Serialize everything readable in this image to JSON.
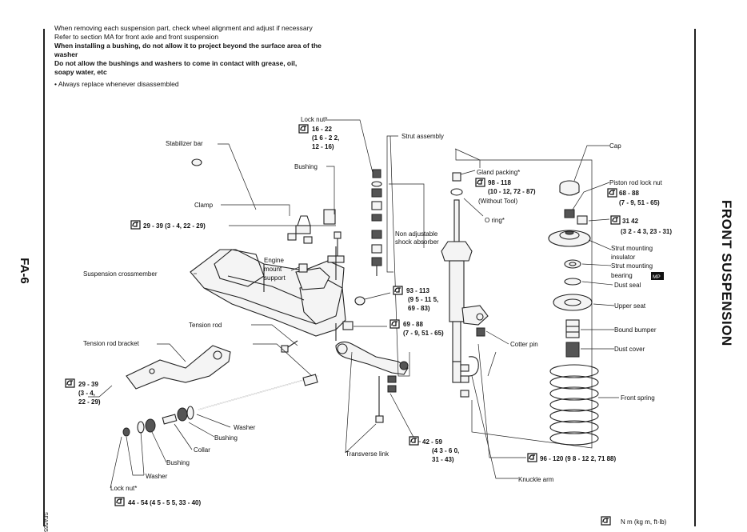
{
  "notes": {
    "line1": "When removing each suspension part, check wheel alignment and adjust if necessary",
    "line2": "Refer to section MA for front axle and front suspension",
    "line3": "When installing a bushing, do not allow it to project beyond the surface area of the",
    "line4": "washer",
    "line5": "Do not allow the bushings and washers to come in contact with grease, oil,",
    "line6": "soapy water, etc",
    "bullet": "•   Always replace whenever disassembled"
  },
  "side_title": "FRONT SUSPENSION",
  "page_number": "FA-6",
  "figure_code": "SFA565",
  "legend": {
    "unit": "N m (kg m, ft-lb)"
  },
  "labels": {
    "stabilizer_bar": "Stabilizer bar",
    "clamp": "Clamp",
    "lock_nut_top": "Lock nut*",
    "lock_nut_top_t1": "16 - 22",
    "lock_nut_top_t2": "(1 6 - 2 2,",
    "lock_nut_top_t3": "12 - 16)",
    "bushing_top": "Bushing",
    "strut_assembly": "Strut assembly",
    "gland_packing": "Gland packing*",
    "gland_t1": "98 - 118",
    "gland_t2": "(10 - 12, 72 - 87)",
    "gland_t3": "(Without Tool)",
    "o_ring": "O ring*",
    "non_adj1": "Non adjustable",
    "non_adj2": "shock absorber",
    "cap": "Cap",
    "piston_nut": "Piston rod lock nut",
    "piston_t1": "68 - 88",
    "piston_t2": "(7 - 9, 51 - 65)",
    "mount_t1": "31   42",
    "mount_t2": "(3 2 - 4 3, 23 - 31)",
    "strut_insulator1": "Strut mounting",
    "strut_insulator2": "insulator",
    "strut_bearing1": "Strut mounting",
    "strut_bearing2": "bearing",
    "dust_seal": "Dust seal",
    "upper_seat": "Upper seat",
    "bound_bumper": "Bound bumper",
    "dust_cover": "Dust cover",
    "front_spring": "Front spring",
    "clamp_torque": "29 - 39 (3 - 4, 22 - 29)",
    "engine_mount1": "Engine",
    "engine_mount2": "mount",
    "engine_mount3": "support",
    "crossmember": "Suspension crossmember",
    "tq93_1": "93 - 113",
    "tq93_2": "(9 5 - 11 5,",
    "tq93_3": "69 - 83)",
    "tq69_1": "69 - 88",
    "tq69_2": "(7 - 9, 51 - 65)",
    "cotter_pin": "Cotter pin",
    "tension_rod": "Tension rod",
    "tension_bracket": "Tension rod bracket",
    "tq29b_1": "29 - 39",
    "tq29b_2": "(3 - 4,",
    "tq29b_3": "22 - 29)",
    "washer_right": "Washer",
    "bushing_mid": "Bushing",
    "collar": "Collar",
    "bushing_low": "Bushing",
    "washer_low": "Washer",
    "lock_nut_low": "Lock nut*",
    "lock_nut_low_t": "44 - 54 (4 5 - 5 5, 33 - 40)",
    "tq42_1": "42 - 59",
    "tq42_2": "(4 3 - 6 0,",
    "tq42_3": "31 - 43)",
    "transverse_link": "Transverse link",
    "tq96": "96 - 120 (9 8 - 12 2, 71   88)",
    "knuckle_arm": "Knuckle arm",
    "bearing_mark": "MP"
  }
}
